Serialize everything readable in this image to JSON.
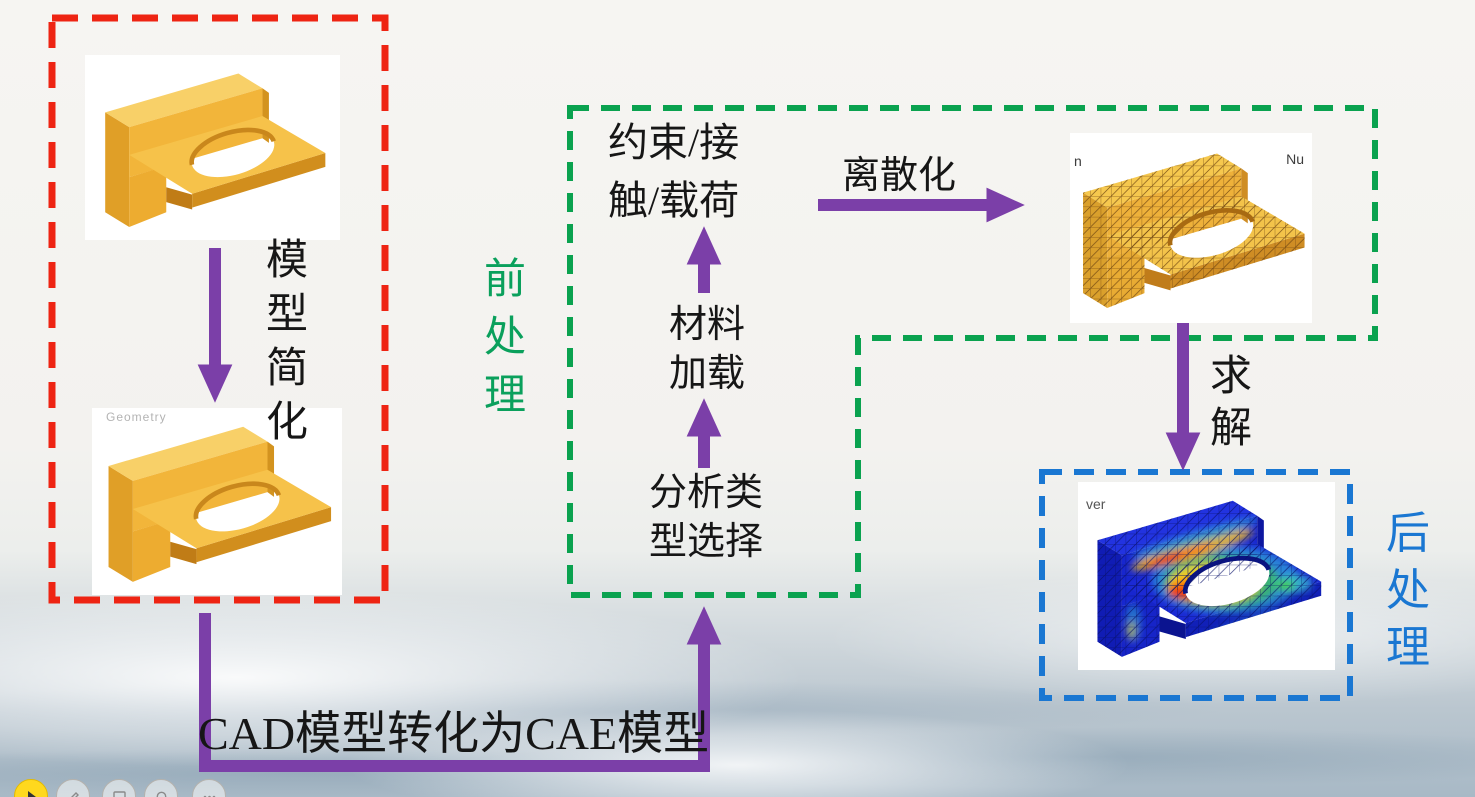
{
  "slide": {
    "labels": {
      "model_simplify": "模型简化",
      "pre_processing": "前处理",
      "constraints_line1": "约束/接",
      "constraints_line2": "触/载荷",
      "discretization": "离散化",
      "material_line1": "材料",
      "material_line2": "加载",
      "analysis_line1": "分析类",
      "analysis_line2": "型选择",
      "solve": "求解",
      "post_processing": "后处理",
      "cad_to_cae": "CAD模型转化为CAE模型"
    },
    "panels": {
      "simplified_model_watermark": "Geometry",
      "mesh_label_left": "n",
      "mesh_label_right": "Nu",
      "result_label": "ver"
    },
    "colors": {
      "cad_box_border": "#ee2413",
      "pre_box_border": "#0aa24f",
      "post_box_border": "#1a77d2",
      "arrow": "#7b3fa8",
      "pre_text_color": "#0aa05c",
      "post_text_color": "#1a77d2"
    },
    "toolbar_icons": [
      "pointer",
      "pen",
      "display",
      "laser",
      "more"
    ]
  }
}
